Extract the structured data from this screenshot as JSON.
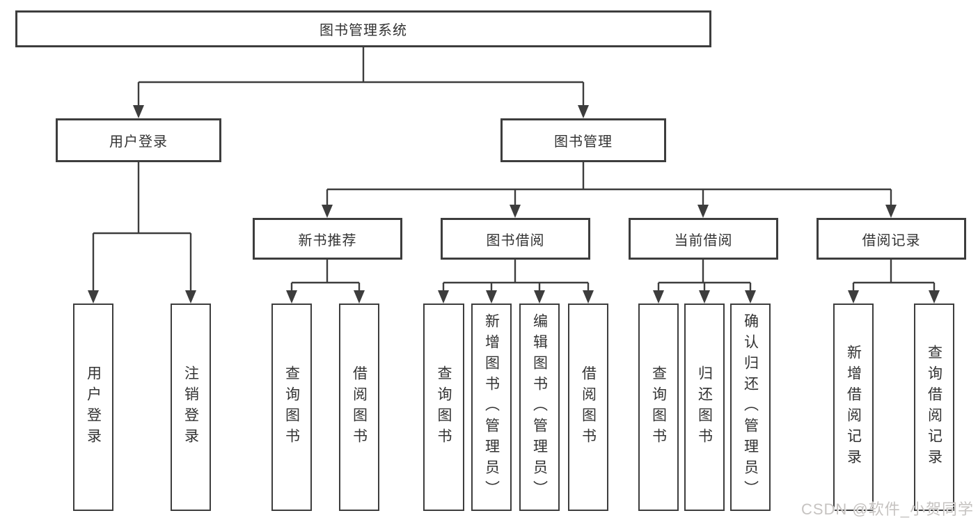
{
  "colors": {
    "line": "#3d3d3d",
    "text": "#333333",
    "box_bg": "#ffffff",
    "background": "#ffffff",
    "watermark": "#c6c3c1"
  },
  "root": {
    "label": "图书管理系统"
  },
  "branches": [
    {
      "label": "用户登录",
      "children": [
        {
          "label": "用户登录"
        },
        {
          "label": "注销登录"
        }
      ]
    },
    {
      "label": "图书管理",
      "sections": [
        {
          "label": "新书推荐",
          "children": [
            {
              "label": "查询图书"
            },
            {
              "label": "借阅图书"
            }
          ]
        },
        {
          "label": "图书借阅",
          "children": [
            {
              "label": "查询图书"
            },
            {
              "label": "新增图书（管理员）"
            },
            {
              "label": "编辑图书（管理员）"
            },
            {
              "label": "借阅图书"
            }
          ]
        },
        {
          "label": "当前借阅",
          "children": [
            {
              "label": "查询图书"
            },
            {
              "label": "归还图书"
            },
            {
              "label": "确认归还（管理员）"
            }
          ]
        },
        {
          "label": "借阅记录",
          "children": [
            {
              "label": "新增借阅记录"
            },
            {
              "label": "查询借阅记录"
            }
          ]
        }
      ]
    }
  ],
  "watermark": "CSDN @软件_小贺同学"
}
